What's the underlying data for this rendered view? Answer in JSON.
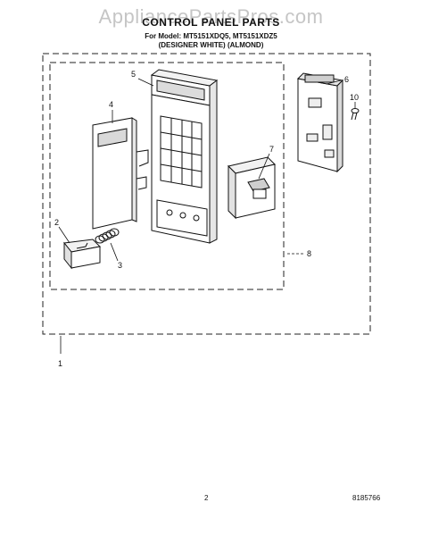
{
  "watermark": "AppliancePartsPros.com",
  "title": "CONTROL PANEL PARTS",
  "model_line": "For Model: MT5151XDQ5, MT5151XDZ5",
  "color_line": "(DESIGNER WHITE) (ALMOND)",
  "callouts": {
    "c1": "1",
    "c2": "2",
    "c3": "3",
    "c4": "4",
    "c5": "5",
    "c6": "6",
    "c7": "7",
    "c8": "8",
    "c10": "10"
  },
  "page_number": "2",
  "document_number": "8185766"
}
